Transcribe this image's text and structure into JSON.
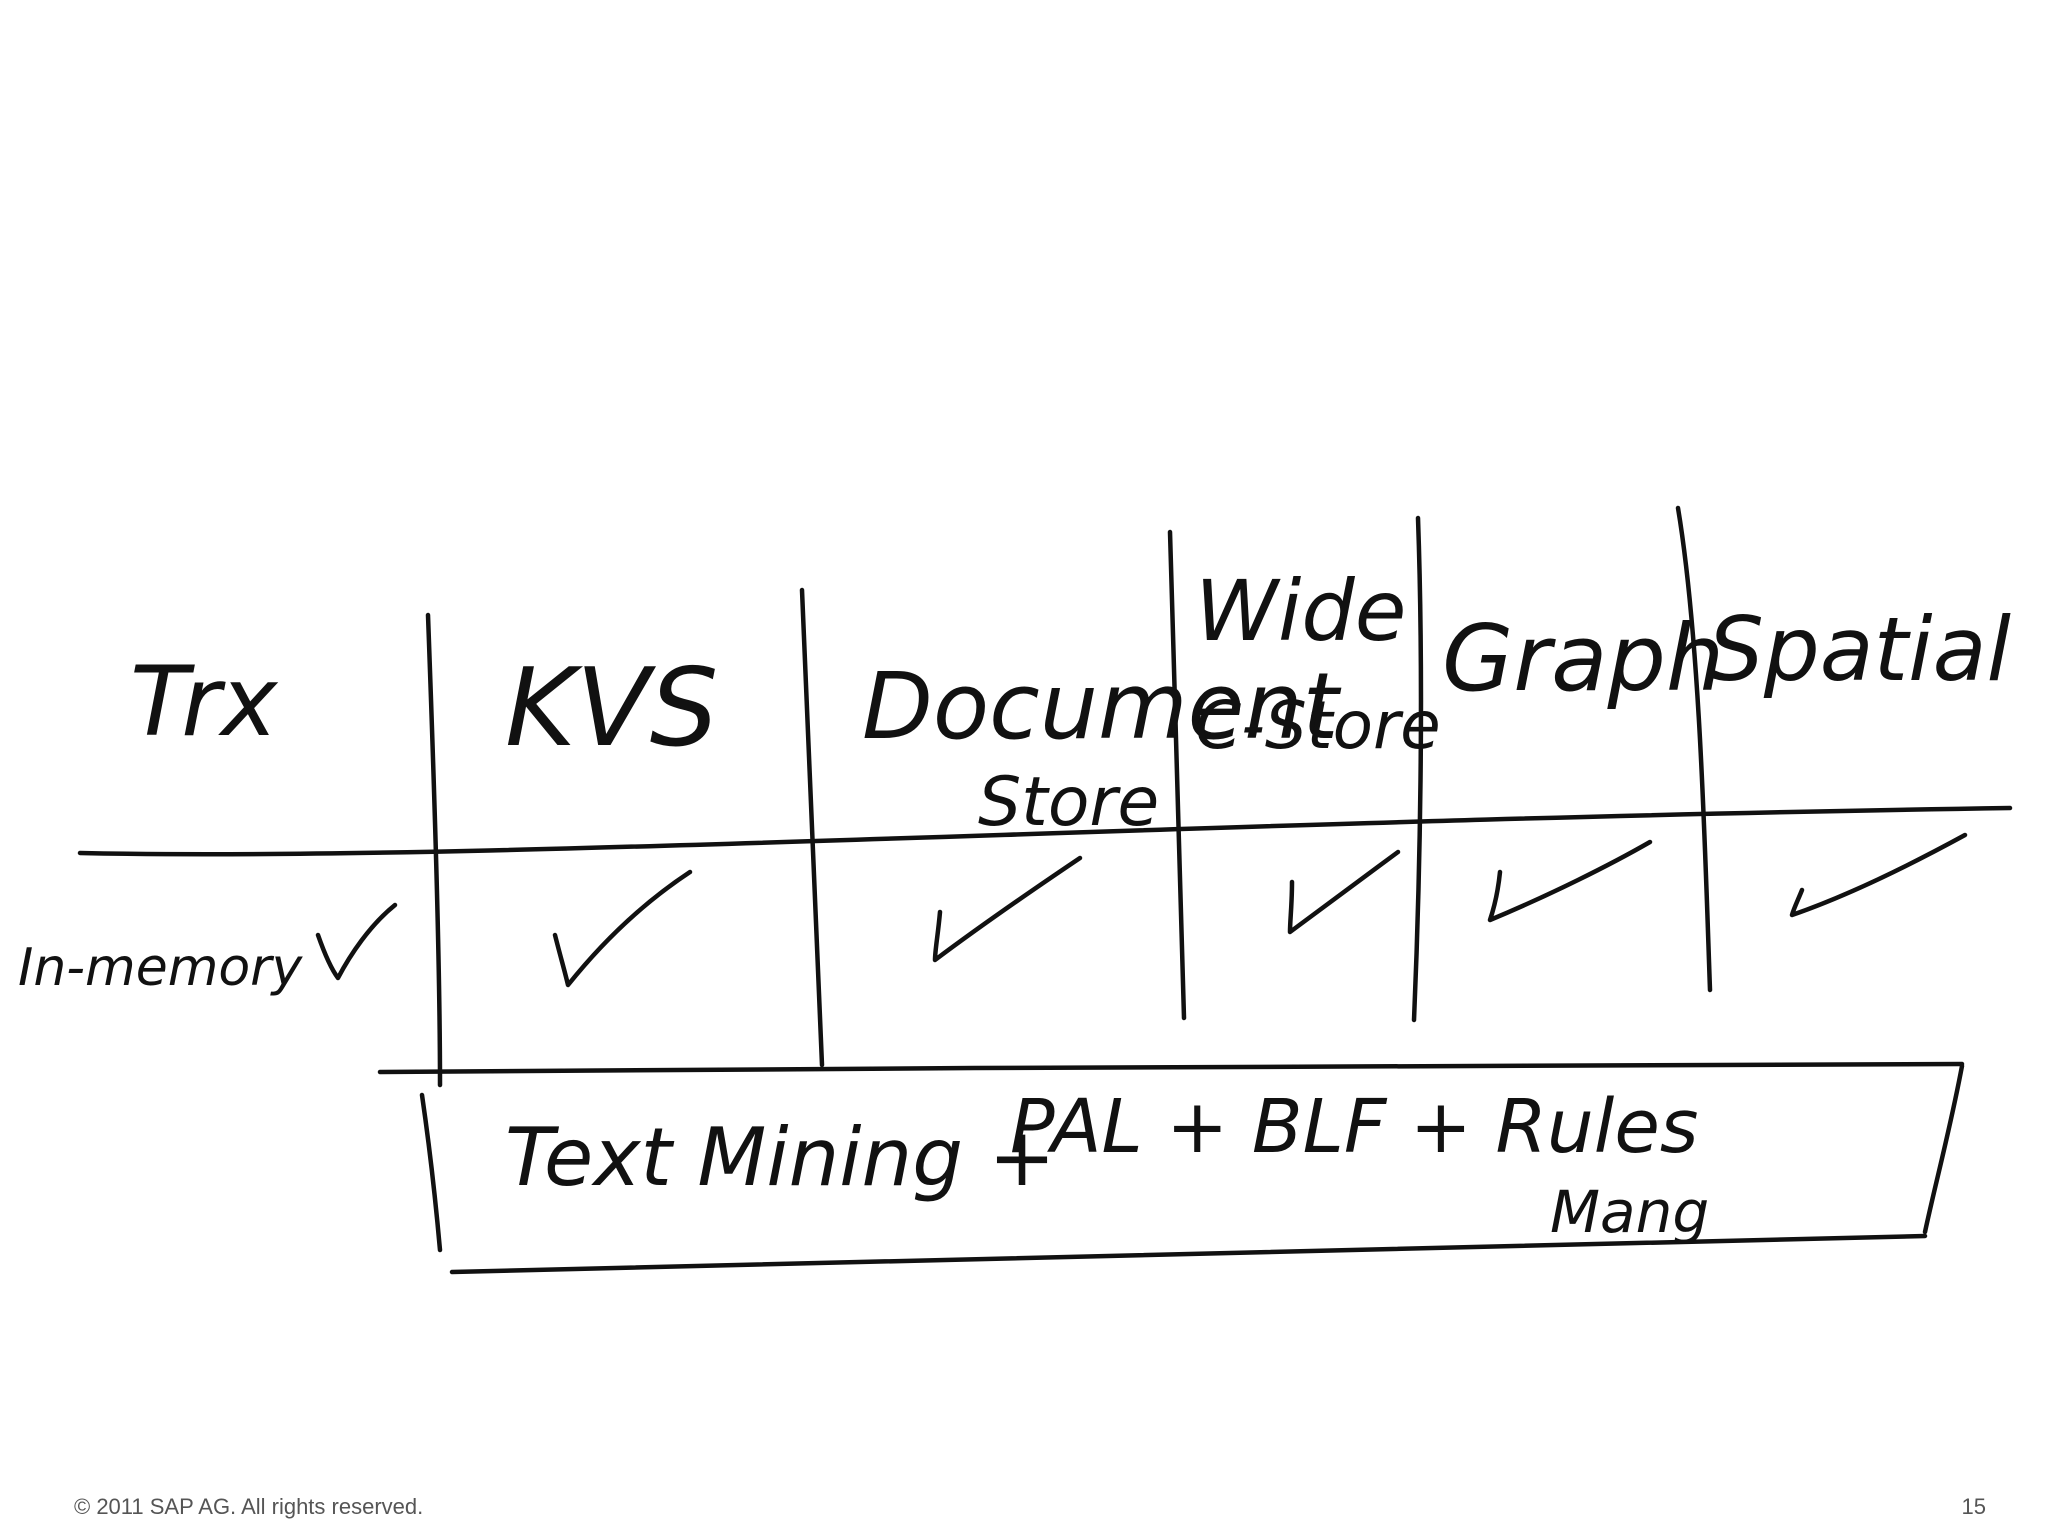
{
  "sketch": {
    "columns": [
      "Trx",
      "KVS",
      "Document",
      "Wide",
      "Graph",
      "Spatial"
    ],
    "column_sublabels": [
      "Store",
      "C-Store"
    ],
    "row_label": "In-memory",
    "checks": 6,
    "bottom_box": {
      "part1": "Text Mining +",
      "part2": "PAL + BLF + Rules",
      "part3": "Mang"
    }
  },
  "footer": {
    "copyright": "© 2011 SAP AG. All rights reserved.",
    "page_number": "15"
  }
}
